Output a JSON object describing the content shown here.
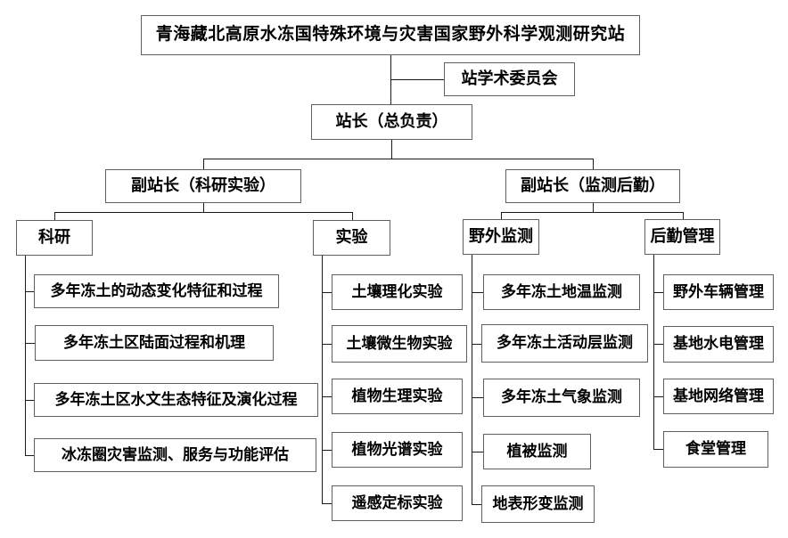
{
  "org_chart": {
    "title": "青海藏北高原水冻国特殊环境与灾害国家野外科学观测研究站",
    "committee": "站学术委员会",
    "director": "站长（总负责）",
    "deputy_research": "副站长（科研实验）",
    "deputy_monitoring": "副站长（监测后勤）",
    "departments": [
      {
        "label": "科研",
        "items": [
          "多年冻土的动态变化特征和过程",
          "多年冻土区陆面过程和机理",
          "多年冻土区水文生态特征及演化过程",
          "冰冻圈灾害监测、服务与功能评估"
        ]
      },
      {
        "label": "实验",
        "items": [
          "土壤理化实验",
          "土壤微生物实验",
          "植物生理实验",
          "植物光谱实验",
          "遥感定标实验"
        ]
      },
      {
        "label": "野外监测",
        "items": [
          "多年冻土地温监测",
          "多年冻土活动层监测",
          "多年冻土气象监测",
          "植被监测",
          "地表形变监测"
        ]
      },
      {
        "label": "后勤管理",
        "items": [
          "野外车辆管理",
          "基地水电管理",
          "基地网络管理",
          "食堂管理"
        ]
      }
    ]
  },
  "colors": {
    "background": "#ffffff",
    "box_border": "#5f5f5f",
    "connector_line": "#1a1a1a",
    "text": "#000000"
  }
}
